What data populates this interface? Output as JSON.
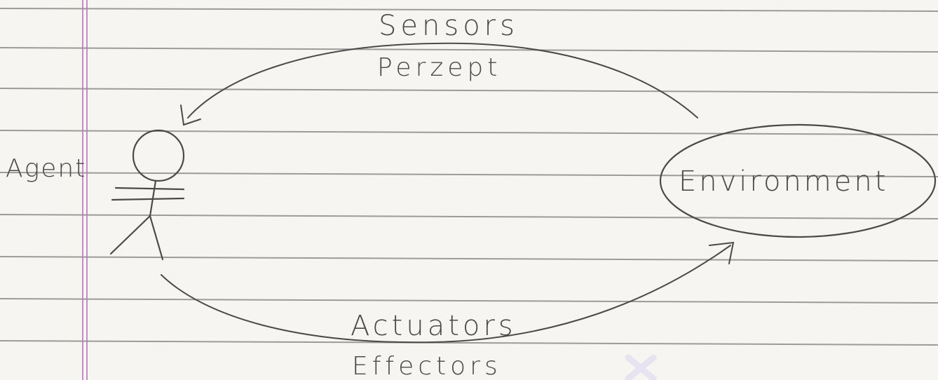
{
  "diagram": {
    "nodes": {
      "agent": {
        "label": "Agent"
      },
      "environment": {
        "label": "Environment"
      }
    },
    "edges": {
      "top": {
        "line1": "Sensors",
        "line2": "Perzept"
      },
      "bottom": {
        "line1": "Actuators",
        "line2": "Effectors"
      }
    }
  },
  "colors": {
    "paper": "#f6f5f1",
    "rule": "#7e7e7e",
    "margin": "#b07ab8",
    "ink": "#4a4a4a",
    "mark": "#e8e3f0"
  }
}
